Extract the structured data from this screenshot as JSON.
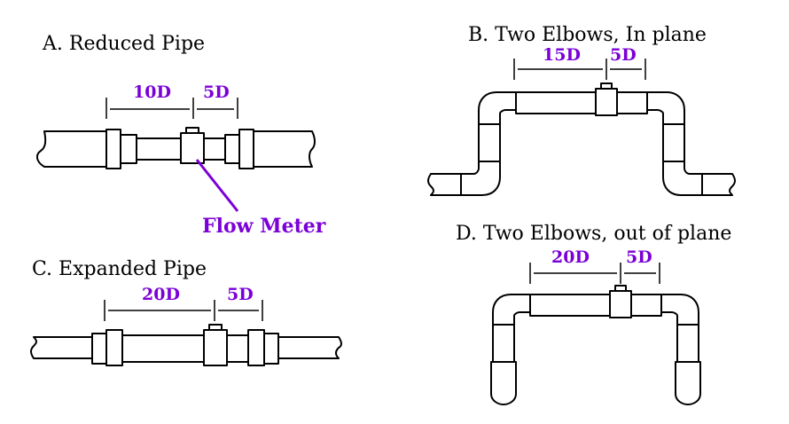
{
  "colors": {
    "annotation": "#7b00d8",
    "outline": "#000000",
    "background": "#ffffff"
  },
  "panels": {
    "a": {
      "title": "A. Reduced Pipe",
      "dim1": "10D",
      "dim2": "5D"
    },
    "b": {
      "title": "B. Two Elbows, In plane",
      "dim1": "15D",
      "dim2": "5D"
    },
    "c": {
      "title": "C. Expanded Pipe",
      "dim1": "20D",
      "dim2": "5D"
    },
    "d": {
      "title": "D. Two Elbows, out of plane",
      "dim1": "20D",
      "dim2": "5D"
    }
  },
  "callout": {
    "label": "Flow Meter"
  }
}
